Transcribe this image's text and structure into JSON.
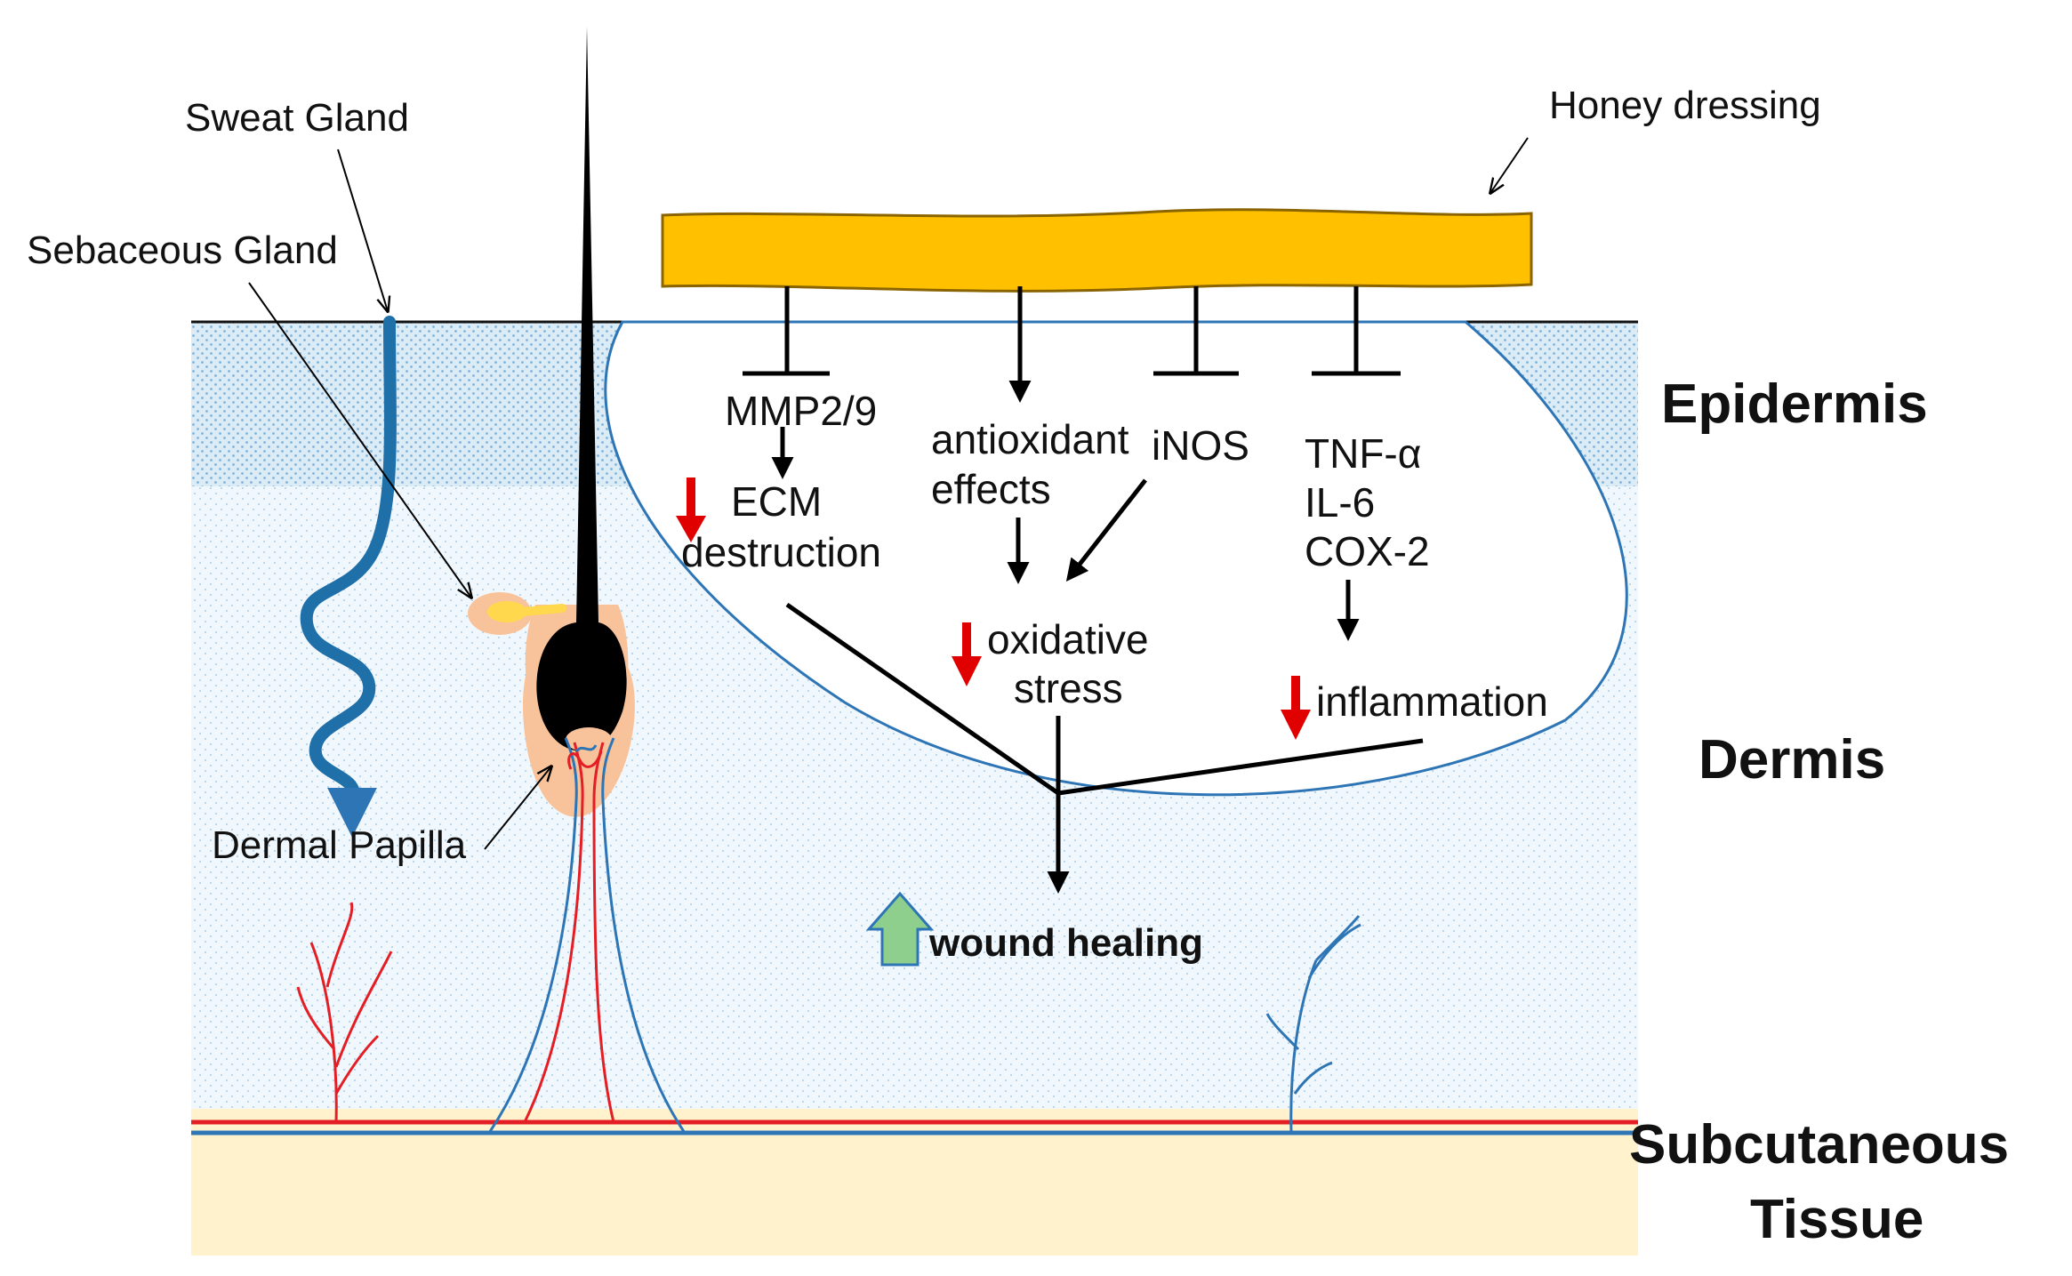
{
  "labels": {
    "sweat_gland": "Sweat Gland",
    "sebaceous_gland": "Sebaceous Gland",
    "dermal_papilla": "Dermal Papilla",
    "honey_dressing": "Honey dressing",
    "epidermis": "Epidermis",
    "dermis": "Dermis",
    "subcutaneous_line1": "Subcutaneous",
    "subcutaneous_line2": "Tissue",
    "mmp": "MMP2/9",
    "ecm": "ECM",
    "destruction": "destruction",
    "antioxidant": "antioxidant",
    "effects": "effects",
    "inos": "iNOS",
    "tnf": "TNF-α",
    "il6": "IL-6",
    "cox2": "COX-2",
    "oxidative": "oxidative",
    "stress": "stress",
    "inflammation": "inflammation",
    "wound_healing": "wound healing"
  },
  "colors": {
    "honey": "#FFC000",
    "epidermis": "#d6ecf8",
    "dermis": "#eef7fc",
    "subcutaneous": "#FFF2CC",
    "vessel_blue": "#2E75B6",
    "vessel_red": "#E31E24",
    "decrease_arrow": "#E00000",
    "increase_arrow": "#8ECF8E",
    "follicle": "#F8C39B",
    "wound_outline": "#2E75B6"
  },
  "icons": {
    "decrease": "red-down-arrow-icon",
    "increase": "green-up-arrow-icon",
    "inhibit": "inhibition-tbar-icon"
  }
}
